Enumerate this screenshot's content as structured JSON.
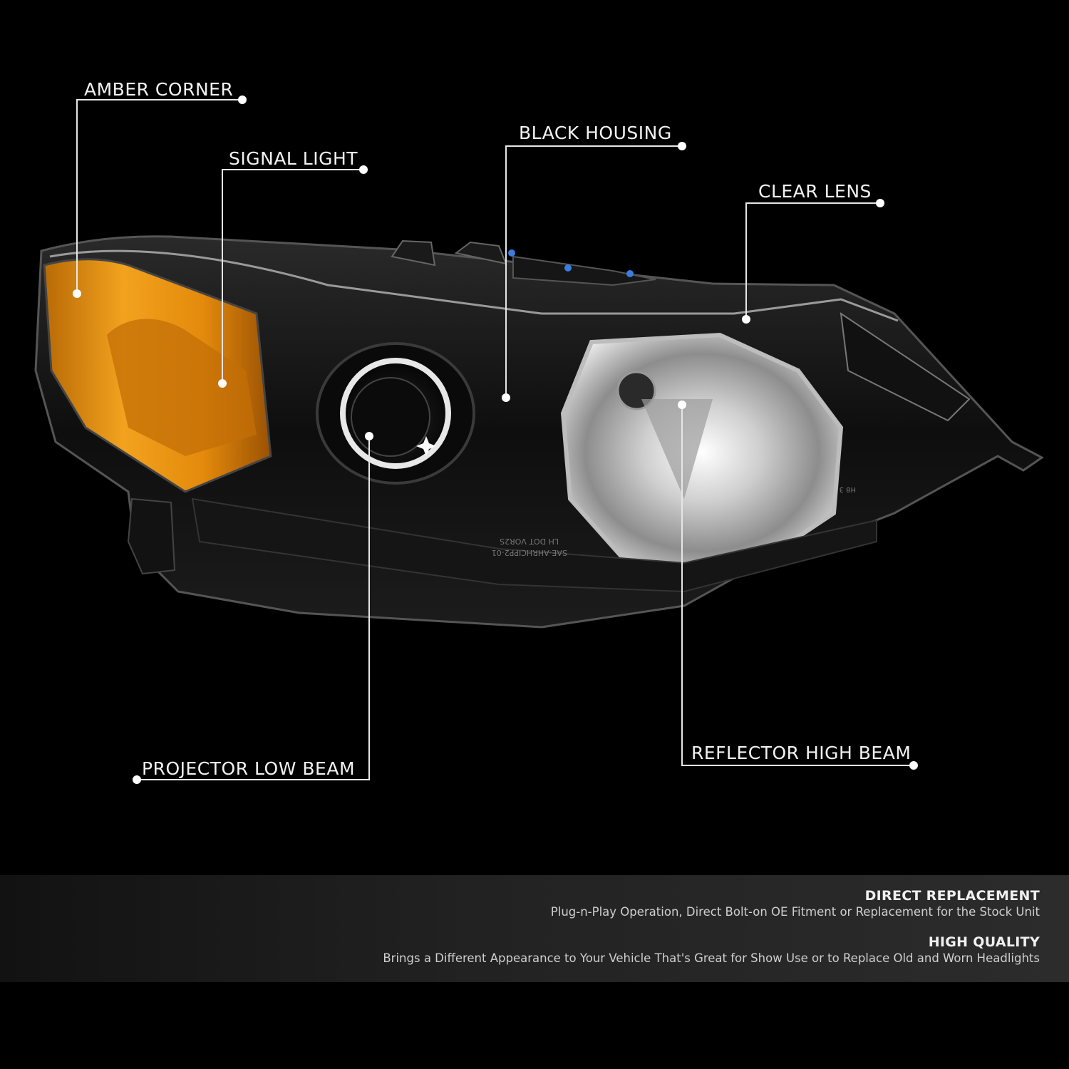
{
  "callouts": {
    "amber_corner": "AMBER CORNER",
    "signal_light": "SIGNAL LIGHT",
    "black_housing": "BLACK HOUSING",
    "clear_lens": "CLEAR LENS",
    "projector_low_beam": "PROJECTOR LOW BEAM",
    "reflector_high_beam": "REFLECTOR HIGH BEAM"
  },
  "features": [
    {
      "title": "DIRECT REPLACEMENT",
      "description": "Plug-n-Play Operation, Direct Bolt-on OE Fitment or Replacement for the Stock Unit"
    },
    {
      "title": "HIGH QUALITY",
      "description": "Brings a Different Appearance to Your Vehicle That's Great for Show Use or to Replace Old and Worn Headlights"
    }
  ],
  "lens_markings": {
    "line1": "LH DOT VOR2S",
    "line2": "SAE-AHRHCIPP2-01",
    "bulb": "H8 3"
  },
  "colors": {
    "background": "#000000",
    "amber": "#e8900c",
    "chrome": "#d9d9d9",
    "callout_line": "#e6e6e6"
  }
}
